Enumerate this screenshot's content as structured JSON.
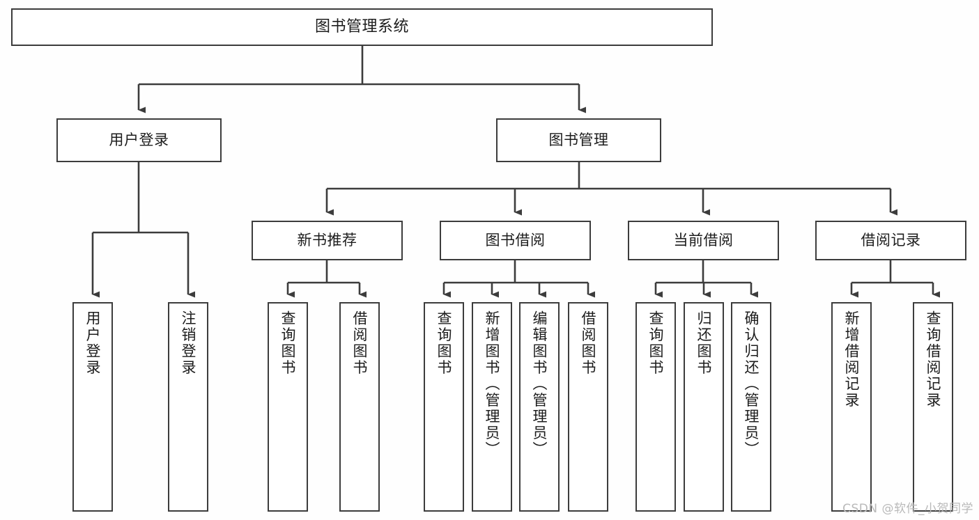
{
  "diagram": {
    "type": "tree",
    "title": "图书管理系统",
    "orientation": "top-down",
    "colors": {
      "background": "#fefefe",
      "box_fill": "#ffffff",
      "box_stroke": "#3c3c3c",
      "edge_stroke": "#3c3c3c",
      "text": "#1c1c1c",
      "watermark": "#b9b9b9"
    },
    "watermark": "CSDN @软件_小贺同学",
    "nodes": {
      "root": {
        "label": "图书管理系统"
      },
      "level2": [
        {
          "label": "用户登录"
        },
        {
          "label": "图书管理"
        }
      ],
      "level3": [
        {
          "label": "新书推荐"
        },
        {
          "label": "图书借阅"
        },
        {
          "label": "当前借阅"
        },
        {
          "label": "借阅记录"
        }
      ],
      "leaves": {
        "user_login": [
          {
            "label": "用户登录"
          },
          {
            "label": "注销登录"
          }
        ],
        "new_book_recommend": [
          {
            "label": "查询图书"
          },
          {
            "label": "借阅图书"
          }
        ],
        "book_borrow": [
          {
            "label": "查询图书"
          },
          {
            "label": "新增图书（管理员）"
          },
          {
            "label": "编辑图书（管理员）"
          },
          {
            "label": "借阅图书"
          }
        ],
        "current_borrow": [
          {
            "label": "查询图书"
          },
          {
            "label": "归还图书"
          },
          {
            "label": "确认归还（管理员）"
          }
        ],
        "borrow_record": [
          {
            "label": "新增借阅记录"
          },
          {
            "label": "查询借阅记录"
          }
        ]
      }
    }
  }
}
